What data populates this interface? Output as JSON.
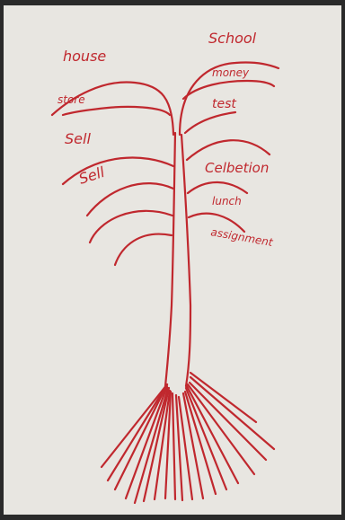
{
  "colors": {
    "ink": "#c0282e",
    "paper": "#e8e6e1",
    "background": "#2a2a2a"
  },
  "labels": {
    "house": "house",
    "store": "store",
    "sell_1": "Sell",
    "sell_2": "Sell",
    "school": "School",
    "money": "money",
    "test": "test",
    "celbetion": "Celbetion",
    "lunch": "lunch",
    "assignment": "assignment"
  }
}
